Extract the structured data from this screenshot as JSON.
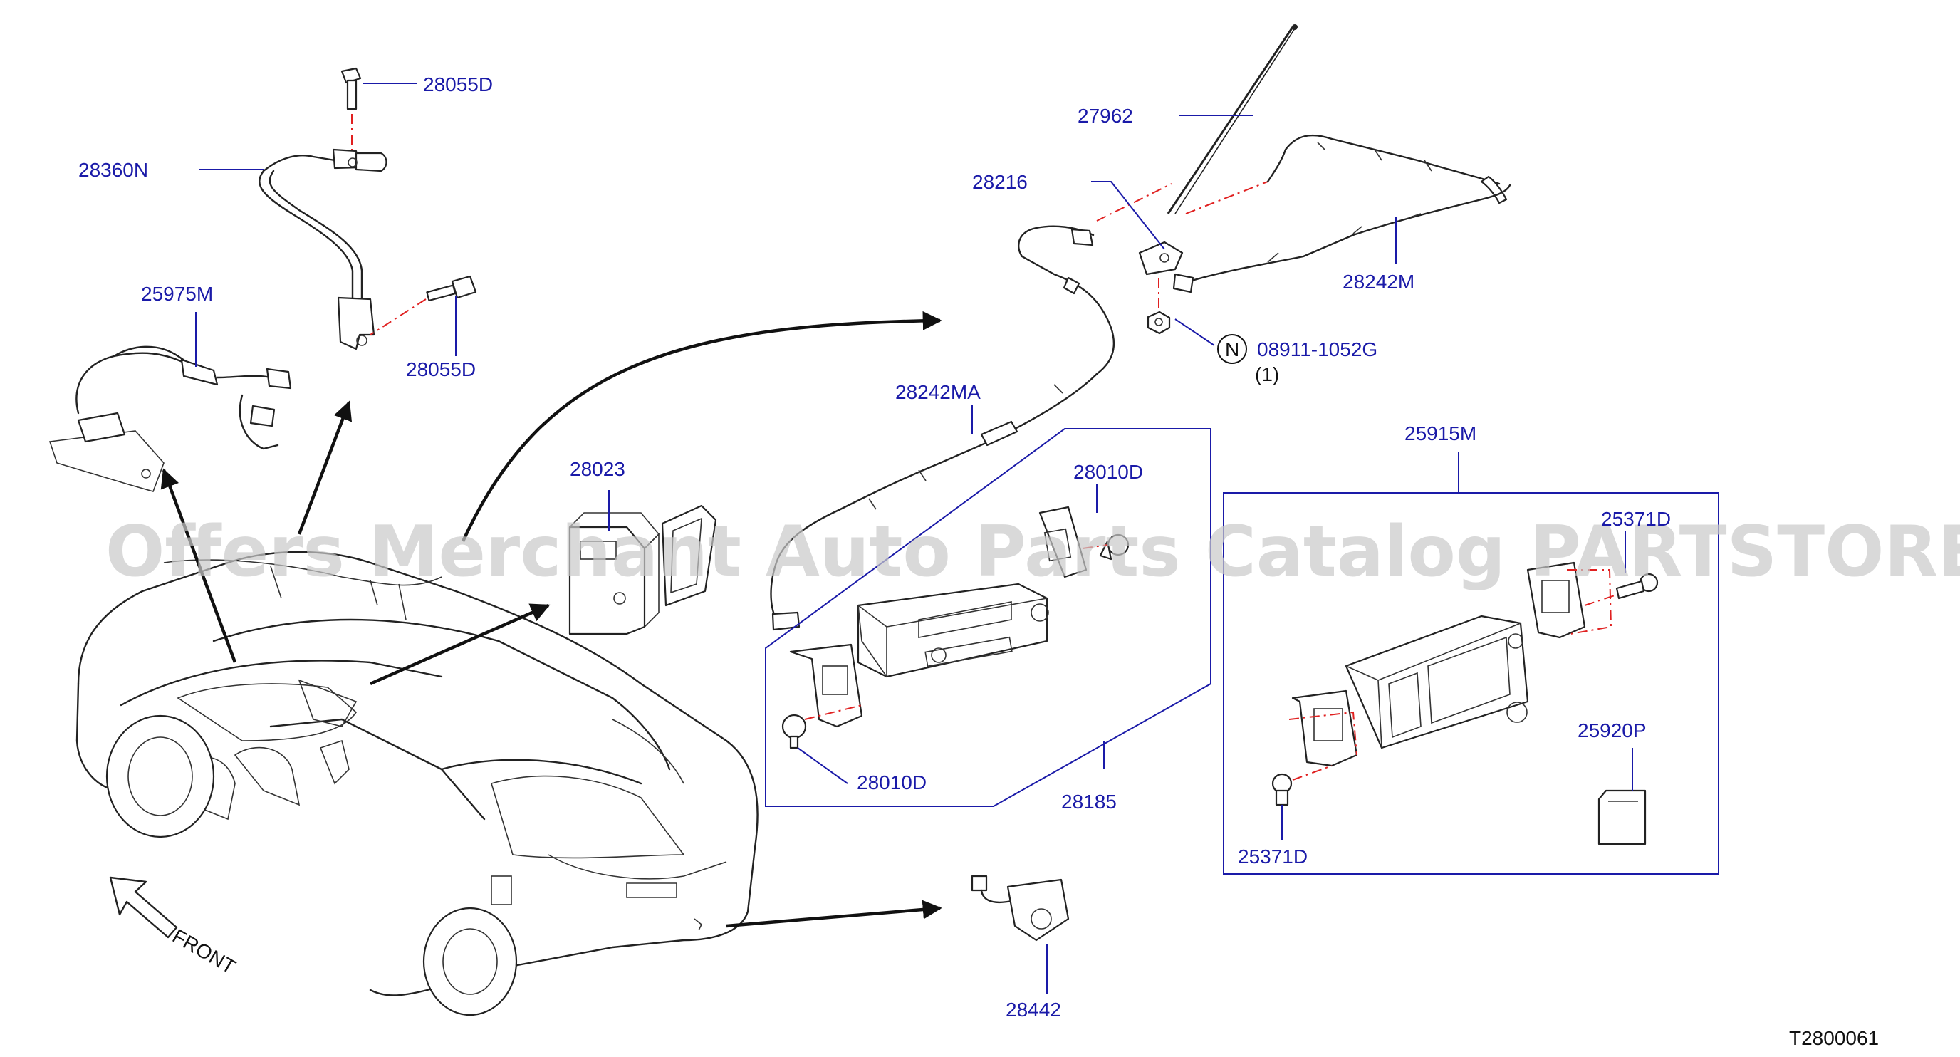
{
  "diagram": {
    "drawing_code": "T2800061",
    "watermark": "Offers Merchant Auto Parts Catalog PARTSTORE.SA",
    "front_label": "FRONT",
    "callouts": {
      "p28055D_top": "28055D",
      "p28360N": "28360N",
      "p28055D_mid": "28055D",
      "p25975M": "25975M",
      "p28023": "28023",
      "p27962": "27962",
      "p28216": "28216",
      "p28242M": "28242M",
      "p08911": "08911-1052G",
      "p08911_qty": "(1)",
      "p08911_marker": "N",
      "p28242MA": "28242MA",
      "p28010D_top": "28010D",
      "p28010D_bottom": "28010D",
      "p28185": "28185",
      "p25915M": "25915M",
      "p25371D_top": "25371D",
      "p25371D_bottom": "25371D",
      "p25920P": "25920P",
      "p28442": "28442"
    }
  }
}
